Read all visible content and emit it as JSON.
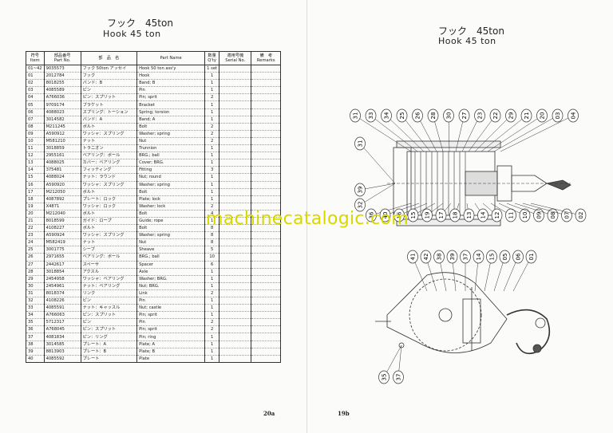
{
  "left_page": {
    "title_jp": "フック　45ton",
    "title_en": "Hook  45 ton",
    "headers": {
      "item": [
        "符号",
        "Item"
      ],
      "part_no": [
        "部品番号",
        "Part No."
      ],
      "name_jp": [
        "部　品　名",
        ""
      ],
      "part_name": [
        "Part Name",
        ""
      ],
      "qty": [
        "数量",
        "Q'ty"
      ],
      "serial": [
        "適用号機",
        "Serial No."
      ],
      "remarks": [
        "備　考",
        "Remarks"
      ]
    },
    "rows": [
      [
        "01~42",
        "9035573",
        "フック 50ton アッセイ",
        "Hook 50 ton ass'y",
        "1 set"
      ],
      [
        "01",
        "2012784",
        "フック",
        "Hook",
        "1"
      ],
      [
        "02",
        "8018255",
        "バンド：B",
        "Band; B",
        "1"
      ],
      [
        "03",
        "4085589",
        "ピン",
        "Pin",
        "1"
      ],
      [
        "04",
        "A766036",
        "ピン：スプリット",
        "Pin; sprit",
        "2"
      ],
      [
        "05",
        "9709174",
        "ブラケット",
        "Bracket",
        "1"
      ],
      [
        "06",
        "4088023",
        "スプリング：トーション",
        "Spring; torsion",
        "1"
      ],
      [
        "07",
        "3014582",
        "バンド：A",
        "Band; A",
        "1"
      ],
      [
        "08",
        "M211245",
        "ボルト",
        "Bolt",
        "2"
      ],
      [
        "09",
        "A590912",
        "ワッシャ：スプリング",
        "Washer; spring",
        "2"
      ],
      [
        "10",
        "M581210",
        "ナット",
        "Nut",
        "2"
      ],
      [
        "11",
        "3018859",
        "トラニオン",
        "Trunnion",
        "1"
      ],
      [
        "12",
        "2955161",
        "ベアリング：ボール",
        "BRG.; ball",
        "1"
      ],
      [
        "13",
        "4088025",
        "カバー：ベアリング",
        "Cover; BRG.",
        "1"
      ],
      [
        "14",
        "375481",
        "フィッティング",
        "Fitting",
        "3"
      ],
      [
        "15",
        "4088024",
        "ナット：ラウンド",
        "Nut; round",
        "1"
      ],
      [
        "16",
        "A590920",
        "ワッシャ：スプリング",
        "Washer; spring",
        "1"
      ],
      [
        "17",
        "M212050",
        "ボルト",
        "Bolt",
        "1"
      ],
      [
        "18",
        "4087892",
        "プレート：ロック",
        "Plate; lock",
        "1"
      ],
      [
        "19",
        "X4871",
        "ワッシャ：ロック",
        "Washer; lock",
        "2"
      ],
      [
        "20",
        "M212040",
        "ボルト",
        "Bolt",
        "4"
      ],
      [
        "21",
        "8018599",
        "ガイド：ロープ",
        "Guide; rope",
        "1"
      ],
      [
        "22",
        "4108227",
        "ボルト",
        "Bolt",
        "8"
      ],
      [
        "23",
        "A590924",
        "ワッシャ：スプリング",
        "Washer; spring",
        "8"
      ],
      [
        "24",
        "M582419",
        "ナット",
        "Nut",
        "8"
      ],
      [
        "25",
        "3001775",
        "シーブ",
        "Sheave",
        "5"
      ],
      [
        "26",
        "2971655",
        "ベアリング：ボール",
        "BRG.; ball",
        "10"
      ],
      [
        "27",
        "2442617",
        "スペーサ",
        "Spacer",
        "6"
      ],
      [
        "28",
        "3018854",
        "アクスル",
        "Axle",
        "1"
      ],
      [
        "29",
        "2454958",
        "ワッシャ：ベアリング",
        "Washer; BRG.",
        "1"
      ],
      [
        "30",
        "2454961",
        "ナット：ベアリング",
        "Nut; BRG.",
        "1"
      ],
      [
        "31",
        "8018374",
        "リンク",
        "Link",
        "2"
      ],
      [
        "32",
        "4108226",
        "ピン",
        "Pin",
        "1"
      ],
      [
        "33",
        "4085591",
        "ナット：キャッスル",
        "Nut; castle",
        "1"
      ],
      [
        "34",
        "A766063",
        "ピン：スプリット",
        "Pin; sprit",
        "1"
      ],
      [
        "35",
        "5712317",
        "ピン",
        "Pin",
        "2"
      ],
      [
        "36",
        "A768045",
        "ピン：スプリット",
        "Pin; sprit",
        "2"
      ],
      [
        "37",
        "4081834",
        "ピン：リング",
        "Pin; ring",
        "1"
      ],
      [
        "38",
        "3014585",
        "プレート：A",
        "Plate; A",
        "1"
      ],
      [
        "39",
        "8813903",
        "プレート：B",
        "Plate; B",
        "1"
      ],
      [
        "40",
        "4085592",
        "プレート",
        "Plate",
        "1"
      ]
    ],
    "page_number": "20a"
  },
  "right_page": {
    "title_jp": "フック　45ton",
    "title_en": "Hook  45 ton",
    "page_number": "19b",
    "top_callouts": [
      "31",
      "33",
      "34",
      "25",
      "26",
      "28",
      "30",
      "27",
      "23",
      "22",
      "29",
      "21",
      "20",
      "03",
      "04"
    ],
    "side_callouts": [
      "31",
      "39",
      "32"
    ],
    "bottom_callouts_upper": [
      "36",
      "40",
      "16",
      "15",
      "19",
      "17",
      "18",
      "13",
      "14",
      "12",
      "11",
      "10",
      "09",
      "08",
      "07",
      "02"
    ],
    "lower_callouts": [
      "41",
      "42",
      "38",
      "39",
      "37",
      "14",
      "15",
      "05",
      "06",
      "01"
    ],
    "lower_left_callouts": [
      "35",
      "37"
    ]
  },
  "watermark": "machinecatalogic.com"
}
